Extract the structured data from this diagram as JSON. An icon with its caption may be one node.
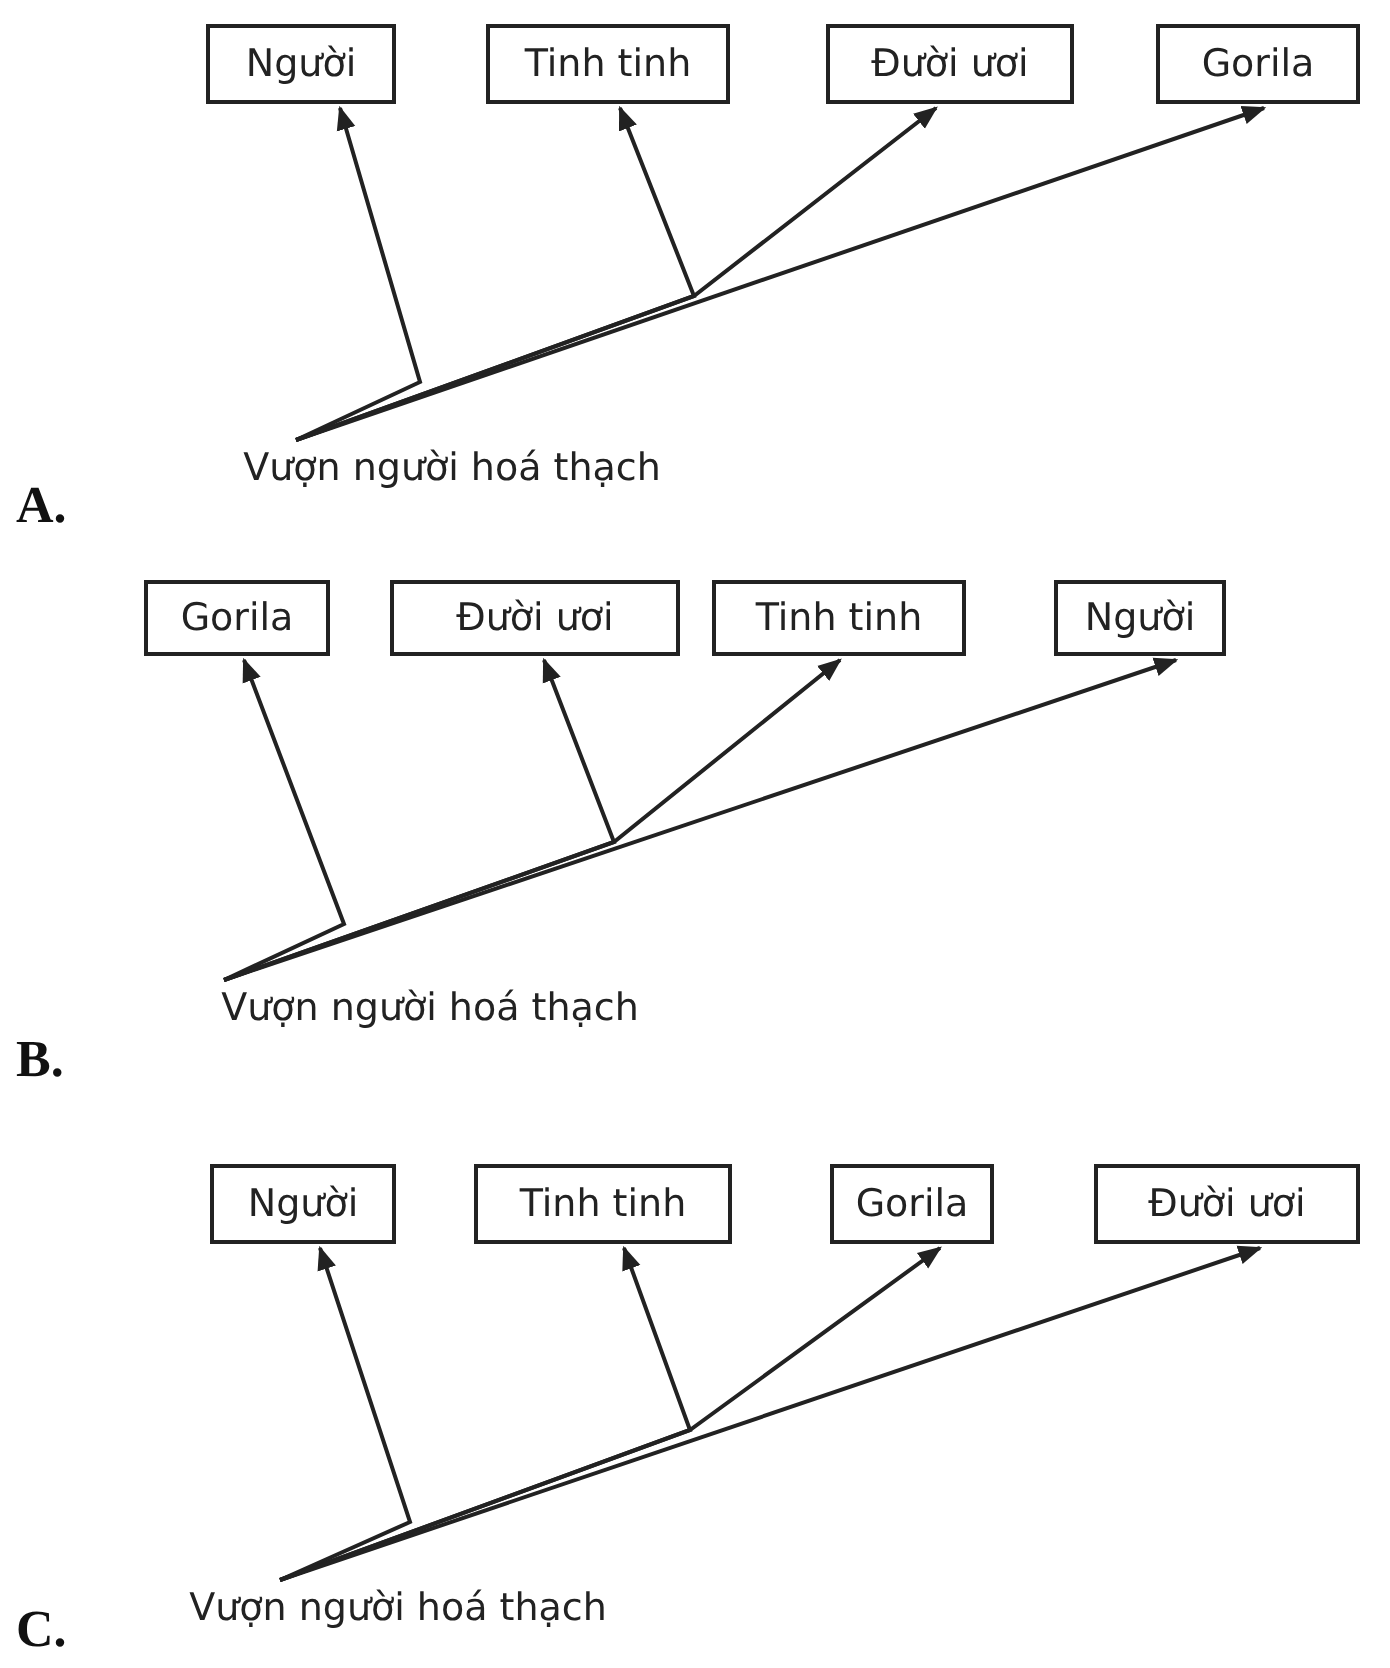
{
  "diagram": {
    "nodes": [
      {
        "text": [
          "Người"
        ]
      },
      {
        "text": [
          "Tinh tinh"
        ]
      },
      {
        "text": [
          "Đười ươi"
        ]
      },
      {
        "text": [
          "Gorila"
        ]
      },
      {
        "text": [
          "Vượn người hoá thạch"
        ]
      },
      {
        "text": [
          "Gorila"
        ]
      },
      {
        "text": [
          "Đười ươi"
        ]
      },
      {
        "text": [
          "Tinh tinh"
        ]
      },
      {
        "text": [
          "Người"
        ]
      },
      {
        "text": [
          "Vượn người hoá thạch"
        ]
      },
      {
        "text": [
          "Người"
        ]
      },
      {
        "text": [
          "Tinh tinh"
        ]
      },
      {
        "text": [
          "Gorila"
        ]
      },
      {
        "text": [
          "Đười ươi"
        ]
      },
      {
        "text": [
          "Vượn người hoá thạch"
        ]
      }
    ],
    "edges": [
      {
        "from": 4,
        "to": 0,
        "arrow": "to"
      },
      {
        "from": 4,
        "to": 1,
        "arrow": "to"
      },
      {
        "from": 4,
        "to": 2,
        "arrow": "to"
      },
      {
        "from": 4,
        "to": 3,
        "arrow": "to"
      },
      {
        "from": 9,
        "to": 5,
        "arrow": "to"
      },
      {
        "from": 9,
        "to": 6,
        "arrow": "to"
      },
      {
        "from": 9,
        "to": 7,
        "arrow": "to"
      },
      {
        "from": 9,
        "to": 8,
        "arrow": "to"
      },
      {
        "from": 14,
        "to": 10,
        "arrow": "to"
      },
      {
        "from": 14,
        "to": 11,
        "arrow": "to"
      },
      {
        "from": 14,
        "to": 12,
        "arrow": "to"
      },
      {
        "from": 14,
        "to": 13,
        "arrow": "to"
      }
    ],
    "labels": [
      "A.",
      "B.",
      "C."
    ]
  }
}
